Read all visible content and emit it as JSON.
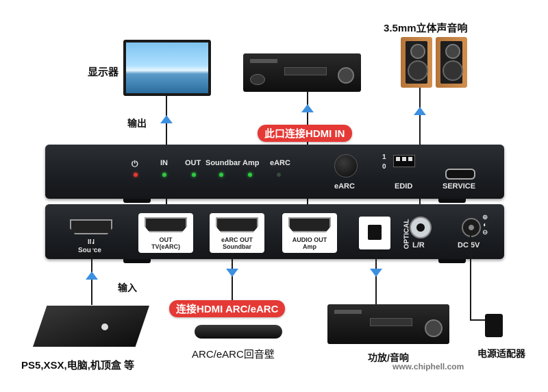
{
  "labels": {
    "display": "显示器",
    "output": "输出",
    "speakers": "3.5mm立体声音响",
    "input": "输入",
    "sources": "PS5,XSX,电脑,机顶盒 等",
    "soundbar": "ARC/eARC回音壁",
    "amp": "功放/音响",
    "adapter": "电源适配器"
  },
  "tags": {
    "hdmi_in": "此口连接HDMI IN",
    "hdmi_arc": "连接HDMI ARC/eARC"
  },
  "front_panel": {
    "power_icon": "⏻",
    "leds": [
      "IN",
      "OUT",
      "Soundbar",
      "Amp",
      "eARC"
    ],
    "earc_button": "eARC",
    "edid_label": "EDID",
    "edid_switch_top": "1",
    "edid_switch_bottom": "0",
    "service_label": "SERVICE"
  },
  "back_panel": {
    "in_source": [
      "IN",
      "Source"
    ],
    "out_tv": [
      "OUT",
      "TV(eARC)"
    ],
    "earc_out": [
      "eARC OUT",
      "Soundbar"
    ],
    "audio_out": [
      "AUDIO OUT",
      "Amp"
    ],
    "optical": "OPTICAL",
    "lr": "L/R",
    "dc": "DC 5V"
  },
  "watermark": "www.chiphell.com",
  "colors": {
    "accent_blue": "#3d8fe0",
    "tag_red": "#e53935",
    "led_green": "#2ecc40",
    "led_red": "#e53935"
  }
}
